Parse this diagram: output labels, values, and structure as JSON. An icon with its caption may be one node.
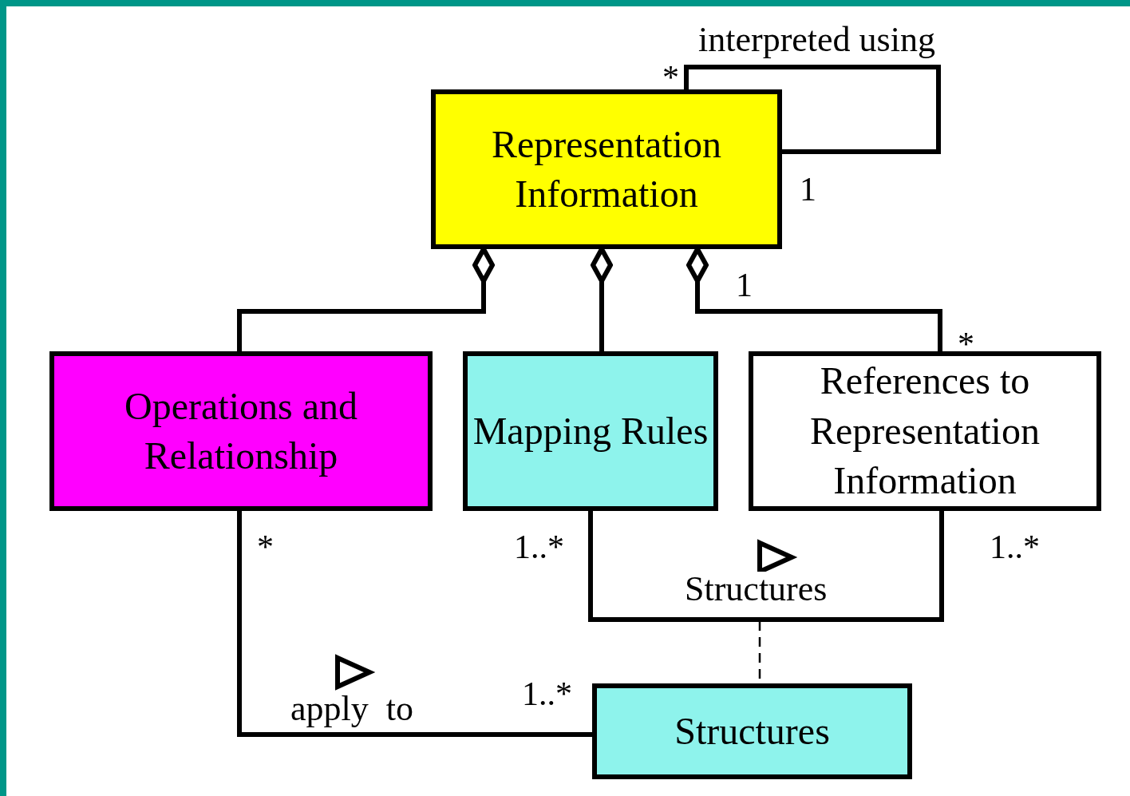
{
  "diagram": {
    "nodes": [
      {
        "text": [
          "Representation Information"
        ]
      },
      {
        "text": [
          "Operations and Relationship"
        ]
      },
      {
        "text": [
          "Mapping Rules"
        ]
      },
      {
        "text": [
          "References to Representation Information"
        ]
      },
      {
        "text": [
          "Structures"
        ]
      }
    ],
    "edges": [
      {
        "from": 0,
        "to": 0,
        "arrow": "none",
        "label": "interpreted using"
      },
      {
        "from": 1,
        "to": 0,
        "arrow": "other"
      },
      {
        "from": 2,
        "to": 0,
        "arrow": "other"
      },
      {
        "from": 3,
        "to": 0,
        "arrow": "other"
      },
      {
        "from": 2,
        "to": 3,
        "arrow": "none",
        "label": "Structures"
      },
      {
        "from": 1,
        "to": 4,
        "arrow": "none",
        "label": "apply  to"
      },
      {
        "from": null,
        "to": 4,
        "arrow": "none",
        "style": "dashed"
      }
    ],
    "labels": [
      "*",
      "1",
      "1",
      "*",
      "*",
      "1..*",
      "1..*",
      "1..*"
    ]
  }
}
